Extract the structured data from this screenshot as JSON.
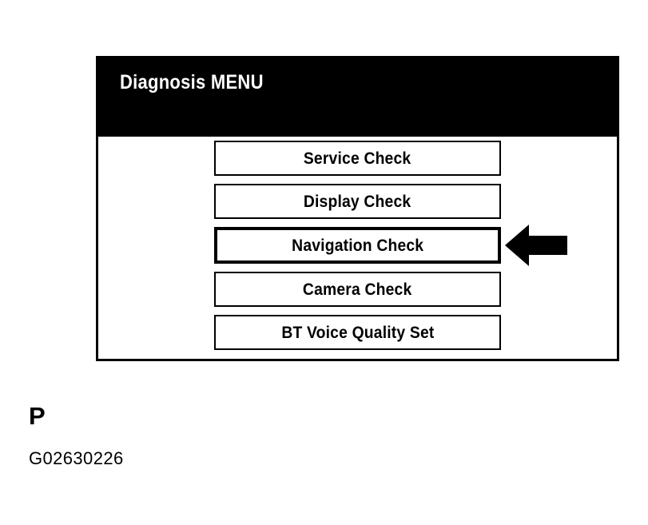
{
  "panel": {
    "title": "Diagnosis MENU",
    "background_color": "#ffffff",
    "border_color": "#000000",
    "title_bar_color": "#000000",
    "title_text_color": "#ffffff"
  },
  "menu": {
    "items": [
      {
        "label": "Service Check",
        "selected": false
      },
      {
        "label": "Display Check",
        "selected": false
      },
      {
        "label": "Navigation Check",
        "selected": true
      },
      {
        "label": "Camera Check",
        "selected": false
      },
      {
        "label": "BT Voice Quality Set",
        "selected": false
      }
    ]
  },
  "callout": {
    "icon": "left-arrow-icon",
    "target_label": "Navigation Check",
    "color": "#000000"
  },
  "caption": {
    "letter": "P",
    "code": "G02630226"
  }
}
